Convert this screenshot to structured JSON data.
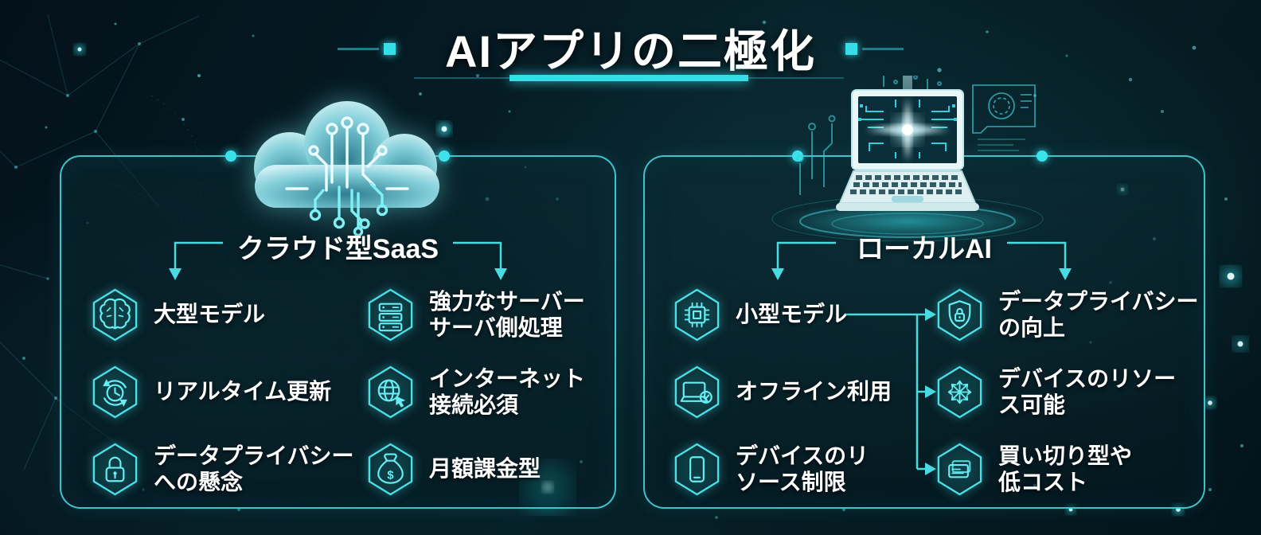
{
  "title": "AIアプリの二極化",
  "colors": {
    "accent": "#3ae2ea",
    "panel_border": "#3fd0d8",
    "text": "#ffffff",
    "background": "#04141b"
  },
  "panels": {
    "left": {
      "heading": "クラウド型SaaS",
      "illustration": "cloud-circuit-illustration",
      "columns": [
        {
          "items": [
            {
              "icon": "brain-icon",
              "lines": [
                "大型モデル"
              ]
            },
            {
              "icon": "clock-refresh-icon",
              "lines": [
                "リアルタイム更新"
              ]
            },
            {
              "icon": "lock-icon",
              "lines": [
                "データプライバシー",
                "への懸念"
              ]
            }
          ]
        },
        {
          "items": [
            {
              "icon": "server-icon",
              "lines": [
                "強力なサーバー",
                "サーバ側処理"
              ]
            },
            {
              "icon": "globe-cursor-icon",
              "lines": [
                "インターネット",
                "接続必須"
              ]
            },
            {
              "icon": "money-bag-icon",
              "lines": [
                "月額課金型"
              ]
            }
          ]
        }
      ]
    },
    "right": {
      "heading": "ローカルAI",
      "illustration": "laptop-circuit-illustration",
      "columns": [
        {
          "items": [
            {
              "icon": "chip-icon",
              "lines": [
                "小型モデル"
              ]
            },
            {
              "icon": "laptop-check-icon",
              "lines": [
                "オフライン利用"
              ]
            },
            {
              "icon": "smartphone-icon",
              "lines": [
                "デバイスのリ",
                "ソース制限"
              ]
            }
          ]
        },
        {
          "items": [
            {
              "icon": "shield-lock-icon",
              "lines": [
                "データプライバシー",
                "の向上"
              ]
            },
            {
              "icon": "resource-arrows-icon",
              "lines": [
                "デバイスのリソー",
                "ス可能"
              ]
            },
            {
              "icon": "cards-icon",
              "lines": [
                "買い切り型や",
                "低コスト"
              ]
            }
          ]
        }
      ]
    }
  }
}
